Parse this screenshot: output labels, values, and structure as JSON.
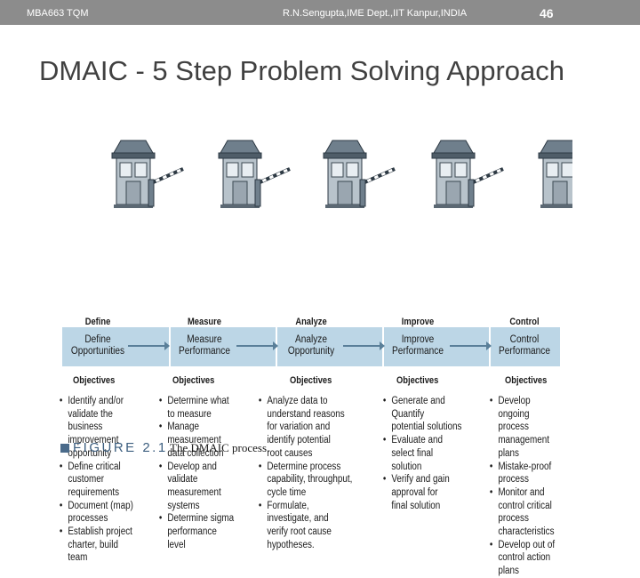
{
  "header": {
    "course": "MBA663 TQM",
    "author": "R.N.Sengupta,IME Dept.,IIT Kanpur,INDIA",
    "page_number": "46"
  },
  "slide": {
    "title": "DMAIC - 5 Step Problem Solving Approach"
  },
  "figure": {
    "objectives_label": "Objectives",
    "label": "FIGURE 2.1",
    "caption": "The DMAIC process.",
    "colors": {
      "band": "#bcd6e6",
      "arrow": "#5a7f99",
      "caption_accent": "#3d5f80"
    },
    "phases": [
      {
        "name": "Define",
        "step_line1": "Define",
        "step_line2": "Opportunities",
        "objectives": [
          "Identify and/or",
          "validate the",
          "business",
          "improvement",
          "opportunity",
          "Define critical",
          "customer",
          "requirements",
          "Document (map)",
          "processes",
          "Establish project",
          "charter, build",
          "team"
        ],
        "bullets_at": [
          0,
          5,
          8,
          10
        ]
      },
      {
        "name": "Measure",
        "step_line1": "Measure",
        "step_line2": "Performance",
        "objectives": [
          "Determine what",
          "to measure",
          "Manage",
          "measurement",
          "data collection",
          "Develop and",
          "validate",
          "measurement",
          "systems",
          "Determine sigma",
          "performance",
          "level"
        ],
        "bullets_at": [
          0,
          2,
          5,
          9
        ]
      },
      {
        "name": "Analyze",
        "step_line1": "Analyze",
        "step_line2": "Opportunity",
        "objectives": [
          "Analyze data to",
          "understand reasons",
          "for variation and",
          "identify potential",
          "root causes",
          "Determine process",
          "capability, throughput,",
          "cycle time",
          "Formulate,",
          "investigate, and",
          "verify root cause",
          "hypotheses."
        ],
        "bullets_at": [
          0,
          5,
          8
        ]
      },
      {
        "name": "Improve",
        "step_line1": "Improve",
        "step_line2": "Performance",
        "objectives": [
          "Generate and",
          "Quantify",
          "potential solutions",
          "Evaluate and",
          "select final",
          "solution",
          "Verify and gain",
          "approval for",
          "final solution"
        ],
        "bullets_at": [
          0,
          3,
          6
        ]
      },
      {
        "name": "Control",
        "step_line1": "Control",
        "step_line2": "Performance",
        "objectives": [
          "Develop",
          "ongoing process",
          "management",
          "plans",
          "Mistake-proof",
          "process",
          "Monitor and",
          "control critical",
          "process",
          "characteristics",
          "Develop out of",
          "control action",
          "plans"
        ],
        "bullets_at": [
          0,
          4,
          6,
          10
        ]
      }
    ]
  }
}
